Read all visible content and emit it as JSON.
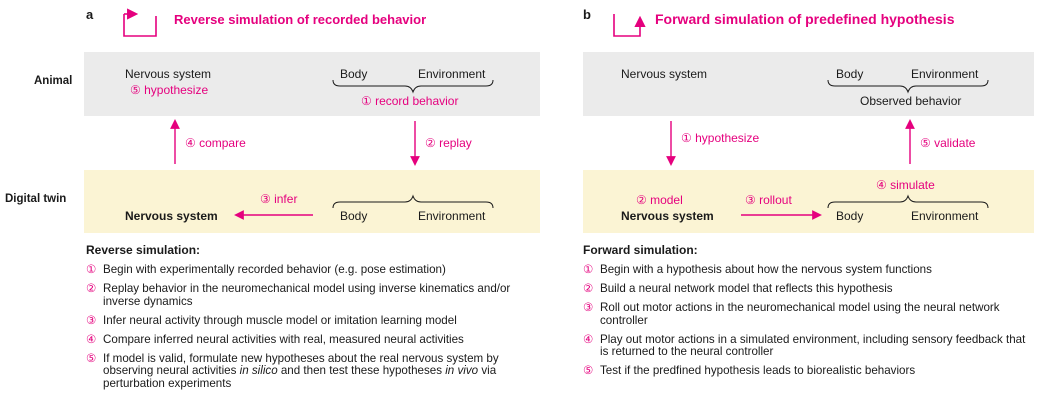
{
  "left": {
    "letter": "a",
    "title": "Reverse simulation of recorded behavior",
    "animal": {
      "nervous": "Nervous system",
      "hypothesize": "⑤ hypothesize",
      "body": "Body",
      "environment": "Environment",
      "record": "① record behavior"
    },
    "twin": {
      "nervous": "Nervous system",
      "body": "Body",
      "environment": "Environment"
    },
    "arrows": {
      "compare": "④ compare",
      "replay": "② replay",
      "infer": "③ infer"
    },
    "heading": "Reverse simulation:",
    "items": [
      {
        "n": "①",
        "text": "Begin with experimentally recorded behavior (e.g. pose estimation)"
      },
      {
        "n": "②",
        "text": "Replay behavior in the neuromechanical model using inverse kinematics and/or inverse dynamics"
      },
      {
        "n": "③",
        "text": "Infer neural activity through muscle model or imitation learning model"
      },
      {
        "n": "④",
        "text": "Compare inferred neural activities with real, measured neural activities"
      }
    ],
    "item5": {
      "n": "⑤",
      "a": "If model is valid, formulate new hypotheses about the real nervous system by observing neural activities ",
      "b": "in silico",
      "c": " and then test these hypotheses ",
      "d": "in vivo",
      "e": " via perturbation experiments"
    }
  },
  "right": {
    "letter": "b",
    "title": "Forward simulation of predefined hypothesis",
    "animal": {
      "nervous": "Nervous system",
      "body": "Body",
      "environment": "Environment",
      "observed": "Observed behavior"
    },
    "twin": {
      "model": "② model",
      "nervous": "Nervous system",
      "simulate": "④ simulate",
      "body": "Body",
      "environment": "Environment"
    },
    "arrows": {
      "hypothesize": "① hypothesize",
      "validate": "⑤ validate",
      "rollout": "③ rollout"
    },
    "heading": "Forward simulation:",
    "items": [
      {
        "n": "①",
        "text": "Begin with a hypothesis about how the nervous system functions"
      },
      {
        "n": "②",
        "text": "Build a neural network model that reflects this hypothesis"
      },
      {
        "n": "③",
        "text": "Roll out motor actions in the neuromechanical model using the neural network controller"
      },
      {
        "n": "④",
        "text": "Play out motor actions in a simulated environment, including sensory feedback that is returned to the neural controller"
      },
      {
        "n": "⑤",
        "text": "Test if the predfined hypothesis leads to biorealistic behaviors"
      }
    ]
  },
  "rows": {
    "animal": "Animal",
    "twin": "Digital twin"
  },
  "colors": {
    "accent": "#e5007e",
    "animal_band": "#ebebeb",
    "twin_band": "#fbf4d4"
  }
}
